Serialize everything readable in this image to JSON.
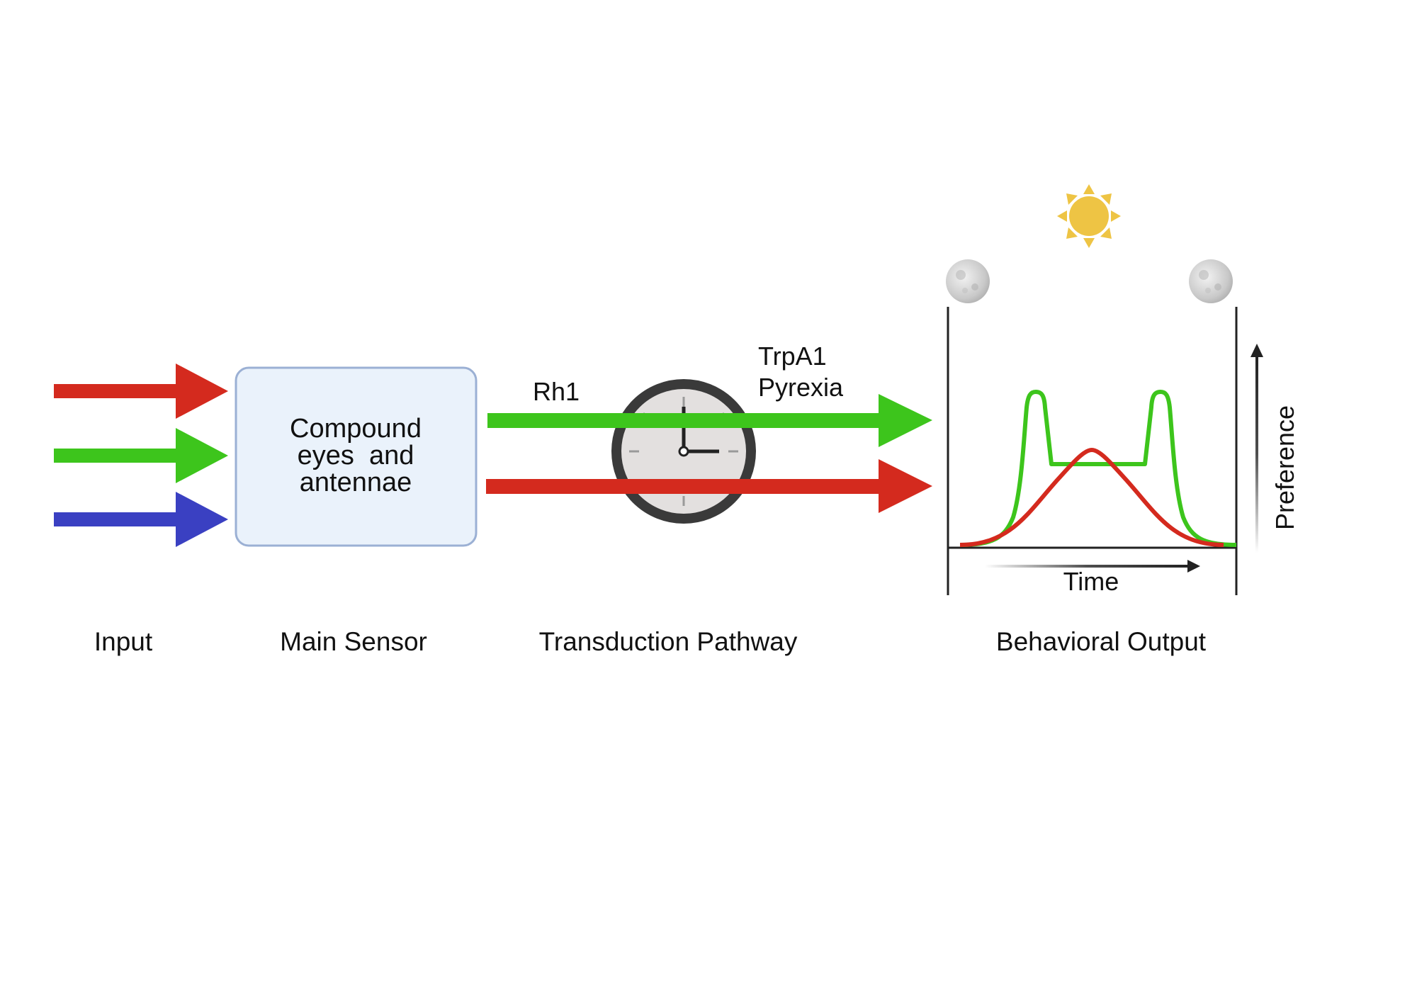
{
  "sections": {
    "input": "Input",
    "main_sensor": "Main Sensor",
    "transduction": "Transduction Pathway",
    "output": "Behavioral Output"
  },
  "sensor_box": {
    "line1": "Compound",
    "line2": "eyes  and",
    "line3": "antennae"
  },
  "pathway_labels": {
    "rh1": "Rh1",
    "trpa1": "TrpA1",
    "pyrexia": "Pyrexia"
  },
  "plot": {
    "xlabel": "Time",
    "ylabel": "Preference"
  },
  "colors": {
    "red": "#d42a1e",
    "green": "#3dc51c",
    "blue": "#3a40c2",
    "box_fill": "#eaf2fb",
    "box_stroke": "#9bb0d4",
    "sun": "#eec444",
    "clock_ring": "#3a3a3a",
    "clock_face": "#e3e0df"
  },
  "icons": [
    "moon-icon",
    "sun-icon",
    "clock-icon"
  ]
}
